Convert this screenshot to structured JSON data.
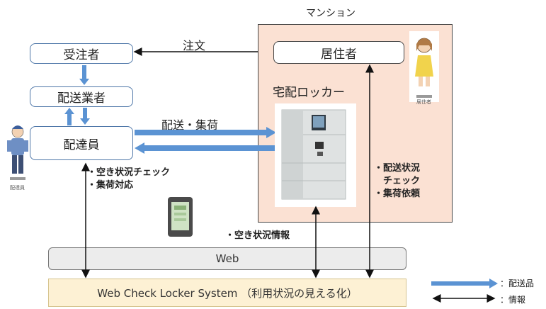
{
  "mansion": {
    "title": "マンション"
  },
  "actors": {
    "orderer": "受注者",
    "carrier": "配送業者",
    "courier": "配達員",
    "resident": "居住者"
  },
  "locker": {
    "title": "宅配ロッカー"
  },
  "flows": {
    "order": "注文",
    "delivery": "配送・集荷"
  },
  "notes": {
    "courier_line1": "・空き状況チェック",
    "courier_line2": "・集荷対応",
    "resident_line1": "・配送状況",
    "resident_line2": "チェック",
    "resident_line3": "・集荷依頼",
    "availability": "・空き状況情報"
  },
  "bars": {
    "web": "Web",
    "system": "Web Check Locker System （利用状況の見える化）"
  },
  "legend": {
    "goods": "：配送品",
    "info": "：情報",
    "goods_color": "#5b93d3",
    "info_color": "#111111"
  },
  "figure_captions": {
    "courier": "配達員",
    "resident": "居住者"
  }
}
